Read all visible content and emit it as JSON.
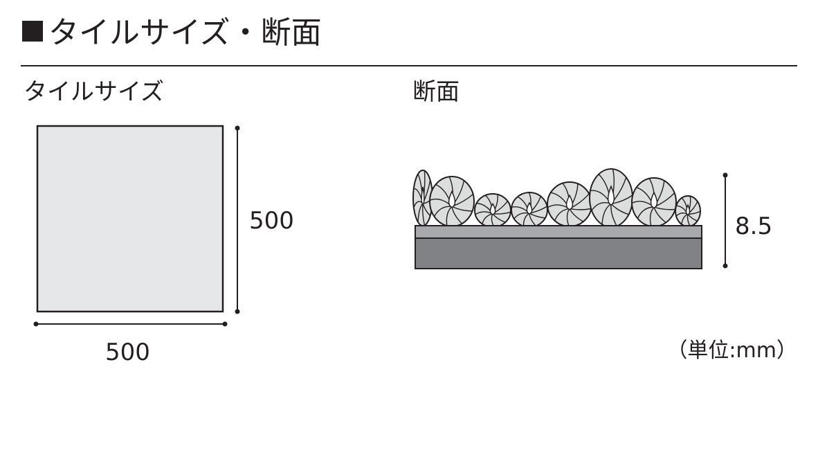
{
  "heading": "■タイルサイズ・断面",
  "size_section": {
    "label": "タイルサイズ",
    "width_value": "500",
    "height_value": "500"
  },
  "section_view": {
    "label": "断面",
    "thickness_value": "8.5"
  },
  "unit_note": "（単位:mm）",
  "colors": {
    "ink": "#231f20",
    "tile_face": "#e6e7e8",
    "pile": "#dcdddd",
    "base_light": "#a7a9ac",
    "base_dark": "#808285"
  }
}
